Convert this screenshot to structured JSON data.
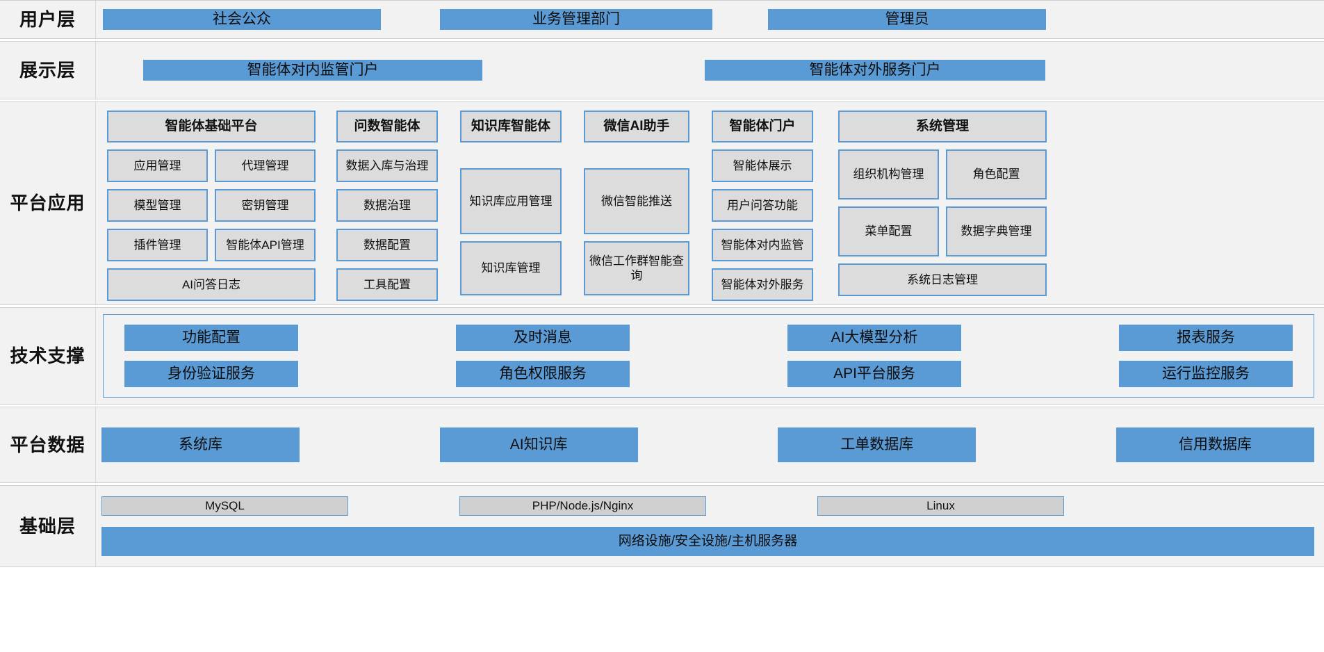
{
  "layers": {
    "user": {
      "label": "用户层",
      "items": [
        {
          "label": "社会公众"
        },
        {
          "label": "业务管理部门"
        },
        {
          "label": "管理员"
        }
      ]
    },
    "presentation": {
      "label": "展示层",
      "items": [
        {
          "label": "智能体对内监管门户"
        },
        {
          "label": "智能体对外服务门户"
        }
      ]
    },
    "platform": {
      "label": "平台\n应用",
      "label_line1": "平台",
      "label_line2": "应用",
      "columns": [
        {
          "title": "智能体基础平台",
          "pairs": [
            [
              "应用管理",
              "代理管理"
            ],
            [
              "模型管理",
              "密钥管理"
            ],
            [
              "插件管理",
              "智能体API管理"
            ]
          ],
          "full": [
            "AI问答日志"
          ]
        },
        {
          "title": "问数智能体",
          "items": [
            "数据入库与治理",
            "数据治理",
            "数据配置",
            "工具配置"
          ]
        },
        {
          "title": "知识库智能体",
          "items": [
            "知识库应用管理",
            "知识库管理"
          ]
        },
        {
          "title": "微信AI助手",
          "items": [
            "微信智能推送",
            "微信工作群智能查询"
          ]
        },
        {
          "title": "智能体门户",
          "items": [
            "智能体展示",
            "用户问答功能",
            "智能体对内监管",
            "智能体对外服务"
          ]
        },
        {
          "title": "系统管理",
          "pairs": [
            [
              "组织机构管理",
              "角色配置"
            ],
            [
              "菜单配置",
              "数据字典管理"
            ]
          ],
          "full": [
            "系统日志管理"
          ]
        }
      ]
    },
    "tech": {
      "label_line1": "技术",
      "label_line2": "支撑",
      "row1": [
        "功能配置",
        "及时消息",
        "AI大模型分析",
        "报表服务"
      ],
      "row2": [
        "身份验证服务",
        "角色权限服务",
        "API平台服务",
        "运行监控服务"
      ]
    },
    "data": {
      "label_line1": "平台",
      "label_line2": "数据",
      "items": [
        "系统库",
        "AI知识库",
        "工单数据库",
        "信用数据库"
      ]
    },
    "infra": {
      "label": "基础层",
      "top": [
        "MySQL",
        "PHP/Node.js/Nginx",
        "Linux"
      ],
      "wide": "网络设施/安全设施/主机服务器"
    }
  },
  "colors": {
    "blue": "#5b9bd5",
    "grey_box": "#dcdcdc",
    "band_bg": "#f2f2f2",
    "infra_box": "#d0d0d0"
  }
}
